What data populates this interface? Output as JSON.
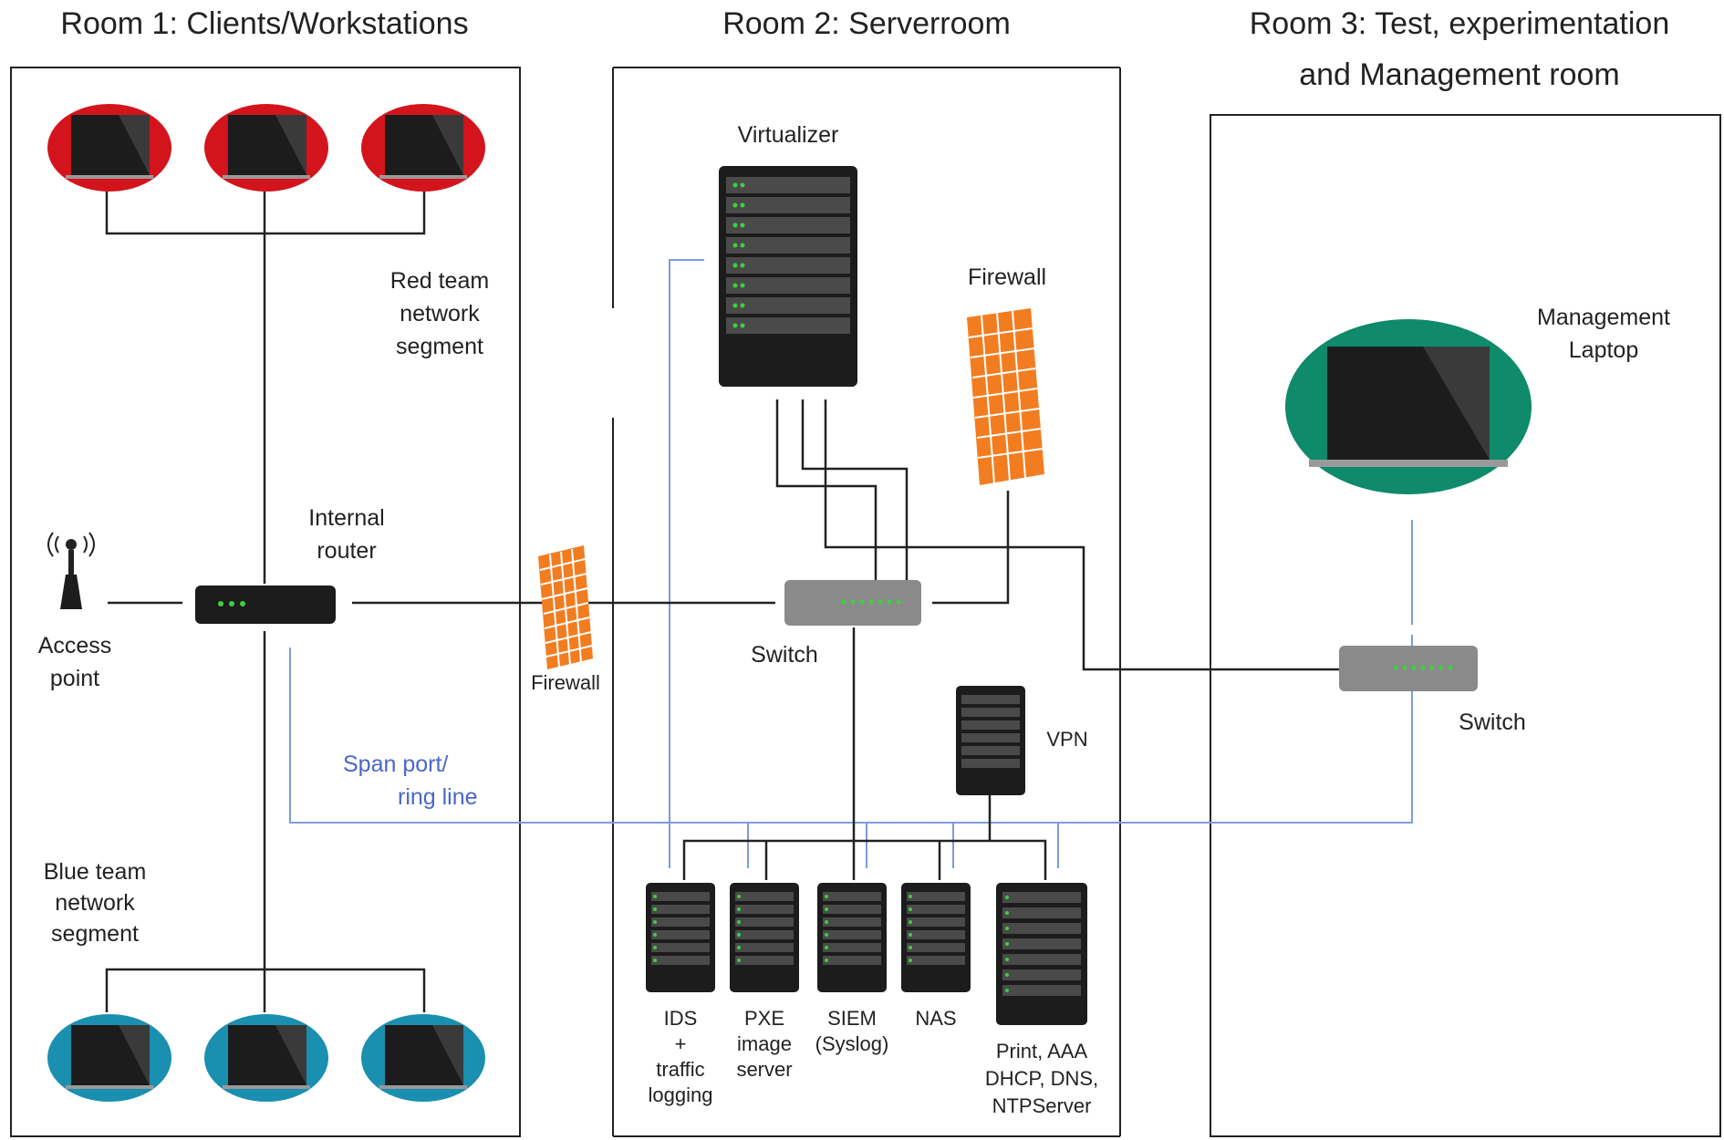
{
  "rooms": {
    "room1_title": "Room 1: Clients/Workstations",
    "room2_title": "Room 2: Serverroom",
    "room3_title_line1": "Room 3: Test, experimentation",
    "room3_title_line2": "and Management room"
  },
  "labels": {
    "red_team": [
      "Red team",
      "network",
      "segment"
    ],
    "blue_team": [
      "Blue team",
      "network",
      "segment"
    ],
    "internal_router": [
      "Internal",
      "router"
    ],
    "access_point": [
      "Access",
      "point"
    ],
    "firewall_left": "Firewall",
    "virtualizer": "Virtualizer",
    "firewall_right": "Firewall",
    "switch_center": "Switch",
    "vpn": "VPN",
    "management_laptop": [
      "Management",
      "Laptop"
    ],
    "switch_right": "Switch",
    "span_port": [
      "Span port/",
      "ring line"
    ],
    "ids": [
      "IDS",
      "+",
      "traffic",
      "logging"
    ],
    "pxe": [
      "PXE",
      "image",
      "server"
    ],
    "siem": [
      "SIEM",
      "(Syslog)"
    ],
    "nas": "NAS",
    "print_server": [
      "Print, AAA",
      "DHCP, DNS,",
      "NTPServer"
    ]
  },
  "colors": {
    "red_team": "#d4141c",
    "blue_team": "#1a8fb0",
    "management": "#0f8a6a",
    "firewall": "#f27d21",
    "span_line": "#7f9be0",
    "led": "#3ecf3e"
  },
  "icons": {
    "workstation": "laptop-icon",
    "router": "router-icon",
    "access_point": "antenna-icon",
    "firewall": "brick-wall-icon",
    "server": "server-rack-icon",
    "switch": "switch-icon"
  }
}
